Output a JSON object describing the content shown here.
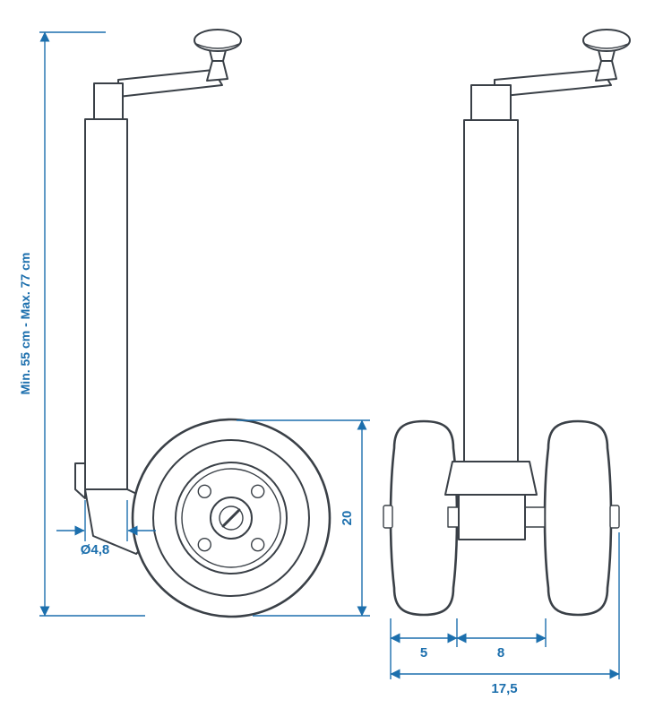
{
  "diagram": {
    "labels": {
      "height_range": "Min. 55 cm - Max. 77 cm",
      "tube_diameter": "Ø4,8",
      "wheel_width_side": "20",
      "front_wheel_width": "5",
      "front_gap_width": "8",
      "front_total_width": "17,5"
    },
    "colors": {
      "outline": "#3a4047",
      "dimension": "#1c6fad",
      "background": "#ffffff"
    }
  }
}
